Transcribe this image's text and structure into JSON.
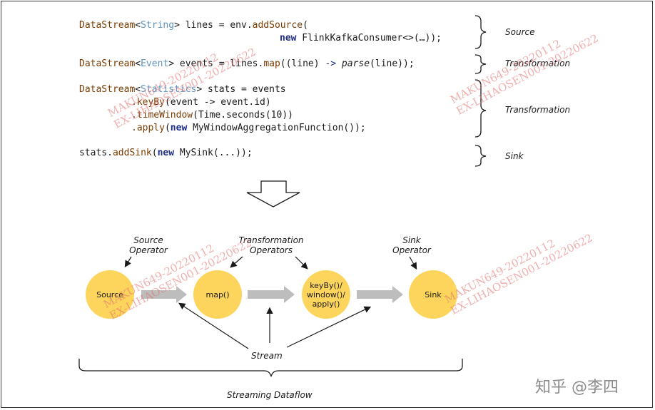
{
  "code": {
    "line1a_type": "DataStream",
    "line1a_generic": "String",
    "line1a_rest": " lines = env.",
    "line1a_method": "addSource",
    "line1a_tail": "(",
    "line1b_kw": "new",
    "line1b_rest": " FlinkKafkaConsumer<>(…));",
    "line2_type": "DataStream",
    "line2_generic": "Event",
    "line2_mid": " events = lines.",
    "line2_method": "map",
    "line2_args": "((line) ",
    "line2_arrow": "->",
    "line2_parse": "parse",
    "line2_tail": "(line));",
    "line3_type": "DataStream",
    "line3_generic": "Statistics",
    "line3_rest": " stats = events",
    "line4_method": ".keyBy",
    "line4_rest": "(event -> event.id)",
    "line5_method": ".timeWindow",
    "line5_rest": "(Time.seconds(10))",
    "line6_method": ".apply",
    "line6_open": "(",
    "line6_kw": "new",
    "line6_rest": " MyWindowAggregationFunction());",
    "line7_start": "stats.",
    "line7_method": "addSink",
    "line7_open": "(",
    "line7_kw": "new",
    "line7_rest": " MySink(...));"
  },
  "brace_labels": [
    "Source",
    "Transformation",
    "Transformation",
    "Sink"
  ],
  "operator_labels": {
    "source": "Source\nOperator",
    "transformation": "Transformation\nOperators",
    "sink": "Sink\nOperator"
  },
  "nodes": [
    "Source",
    "map()",
    "keyBy()/\nwindow()/\napply()",
    "Sink"
  ],
  "stream_label": "Stream",
  "dataflow_label": "Streaming Dataflow",
  "watermarks": [
    "MAKUN649-20220112",
    "EX-LIHAOSEN001-20220622"
  ],
  "zhihu_credit": "知乎 @李四",
  "colors": {
    "node_fill": "#fdd55c",
    "flow_arrow": "#bdbdbd",
    "watermark": "#e26e6e"
  }
}
